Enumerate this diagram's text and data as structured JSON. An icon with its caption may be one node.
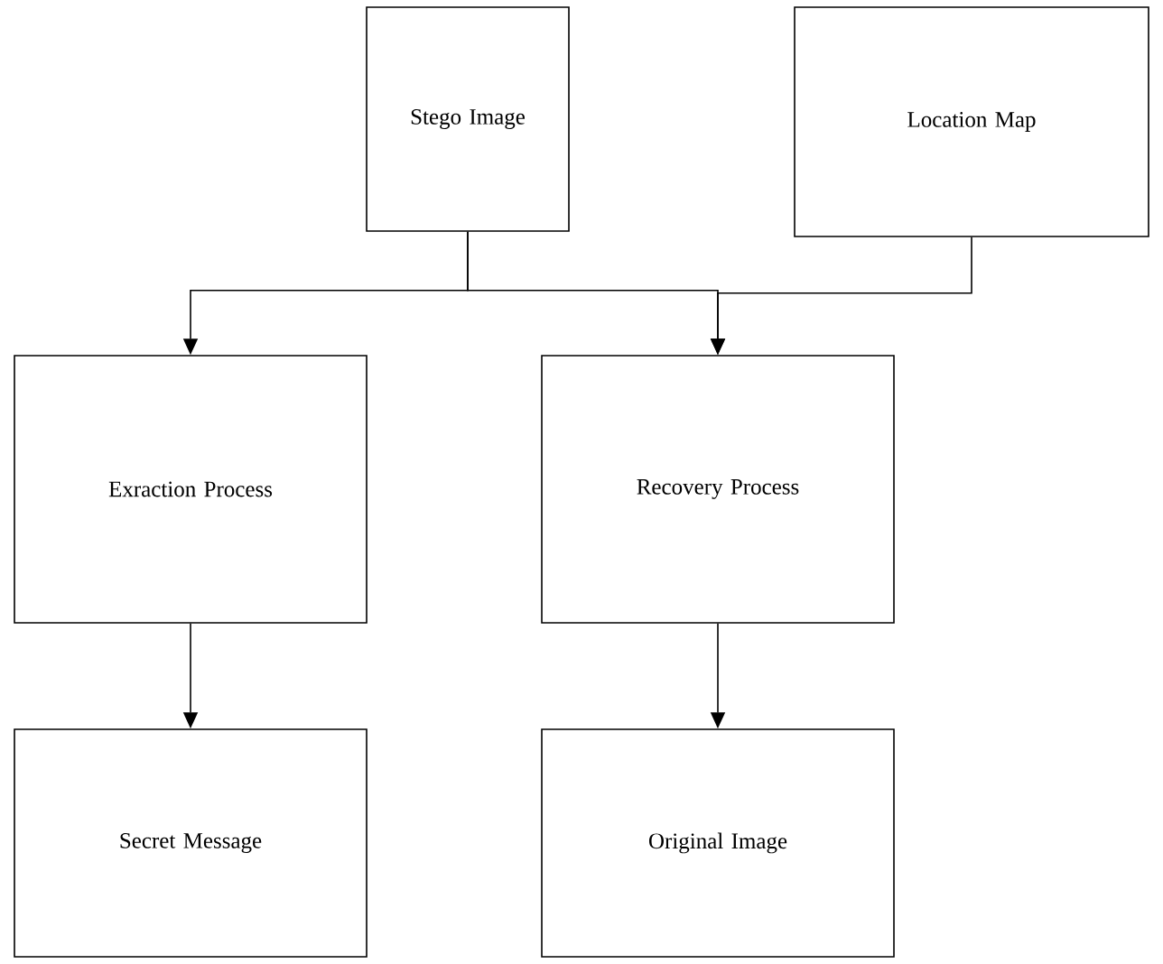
{
  "diagram": {
    "nodes": [
      {
        "text": [
          "Stego Image"
        ]
      },
      {
        "text": [
          "Location Map"
        ]
      },
      {
        "text": [
          "Exraction Process"
        ]
      },
      {
        "text": [
          "Recovery Process"
        ]
      },
      {
        "text": [
          "Secret Message"
        ]
      },
      {
        "text": [
          "Original Image"
        ]
      }
    ],
    "edges": [
      {
        "from": 0,
        "to": 2,
        "arrow": "to"
      },
      {
        "from": 0,
        "to": 3,
        "arrow": "to"
      },
      {
        "from": 1,
        "to": 3,
        "arrow": "to"
      },
      {
        "from": 2,
        "to": 4,
        "arrow": "to"
      },
      {
        "from": 3,
        "to": 5,
        "arrow": "to"
      }
    ]
  }
}
